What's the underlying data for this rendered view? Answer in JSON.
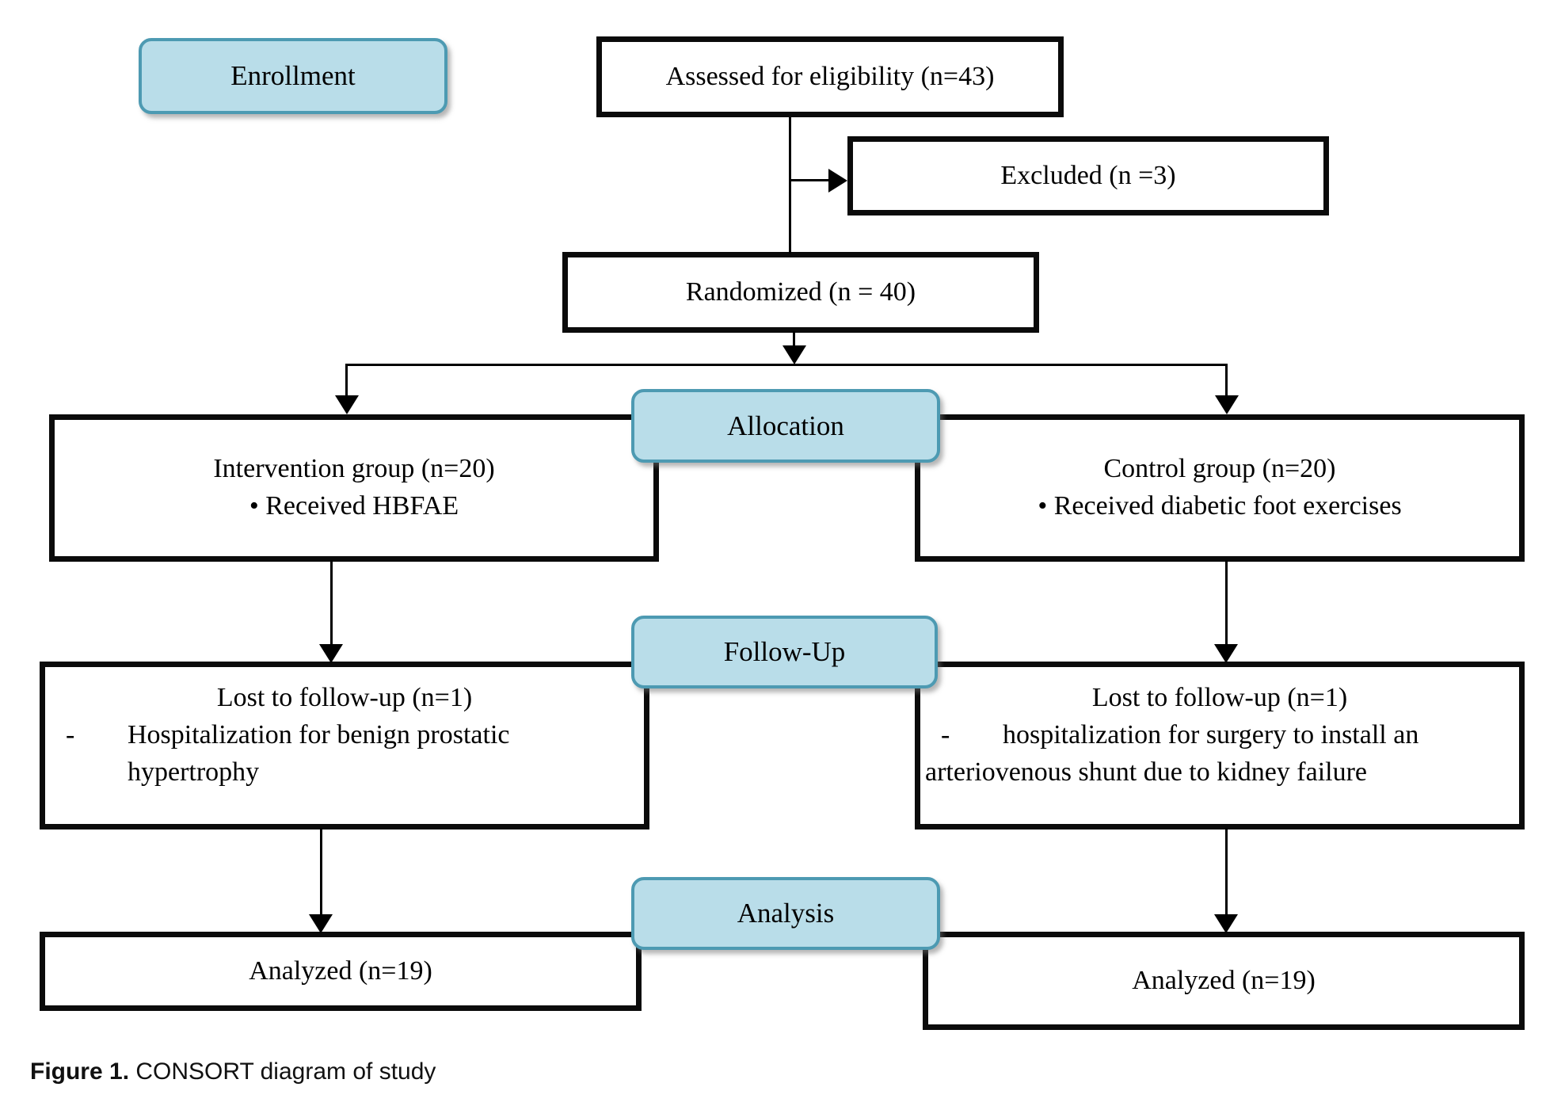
{
  "stages": {
    "enrollment": "Enrollment",
    "allocation": "Allocation",
    "followup": "Follow-Up",
    "analysis": "Analysis"
  },
  "boxes": {
    "assessed": "Assessed for eligibility (n=43)",
    "excluded": "Excluded (n =3)",
    "randomized": "Randomized (n = 40)",
    "intervention_title": "Intervention group (n=20)",
    "intervention_bullet": "• Received HBFAE",
    "control_title": "Control group (n=20)",
    "control_bullet": "• Received diabetic foot exercises",
    "followup_left_title": "Lost to follow-up (n=1)",
    "followup_left_dash": "-",
    "followup_left_reason": "Hospitalization for benign prostatic hypertrophy",
    "followup_right_title": "Lost to follow-up (n=1)",
    "followup_right_dash": "-",
    "followup_right_reason_line1": "hospitalization for surgery to install an",
    "followup_right_reason_line2": "arteriovenous shunt due to kidney failure",
    "analyzed_left": "Analyzed (n=19)",
    "analyzed_right": "Analyzed (n=19)"
  },
  "caption": {
    "label": "Figure 1.",
    "text": " CONSORT diagram of study"
  },
  "colors": {
    "stage_fill": "#b9dde9",
    "stage_border": "#4d9ab2",
    "box_border": "#0b0b0b",
    "background": "#ffffff",
    "text": "#000000"
  }
}
